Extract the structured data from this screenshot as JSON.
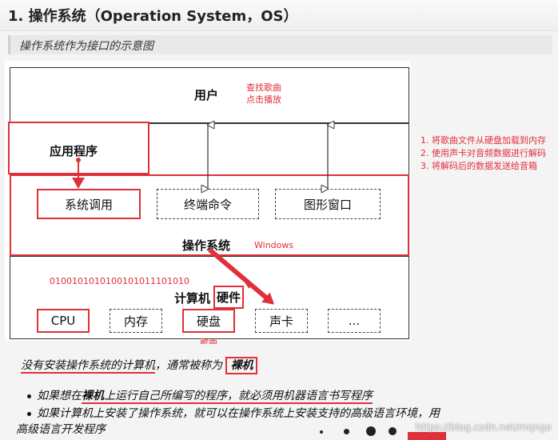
{
  "title": "1. 操作系统（Operation System，OS）",
  "subtitle": "操作系统作为接口的示意图",
  "diagram": {
    "user": "用户",
    "user_annotation": [
      "查找歌曲",
      "点击播放"
    ],
    "app": "应用程序",
    "os_layer": {
      "items": [
        "系统调用",
        "终端命令",
        "图形窗口"
      ],
      "label": "操作系统",
      "annotation": "Windows"
    },
    "hardware": {
      "binary": "0100101010100101011101010",
      "label_prefix": "计算机",
      "label_highlight": "硬件",
      "items": [
        "CPU",
        "内存",
        "硬盘",
        "声卡",
        "..."
      ],
      "disk_annotation": "歌曲"
    },
    "steps": [
      "1. 将歌曲文件从硬盘加载到内存",
      "2. 使用声卡对音频数据进行解码",
      "3. 将解码后的数据发送给音箱"
    ]
  },
  "notes": {
    "line1_prefix": "没有安装操作系统的计算机",
    "line1_mid": "，通常被称为",
    "line1_highlight": "裸机",
    "bullets": [
      {
        "a": "如果想在",
        "b": "裸机",
        "c": "上运行自己所编写的程序",
        "d": "，就必须用机器语言书写程序"
      },
      {
        "a": "如果计算机上安装了操作系统，就可以在操作系统上安装支持的高级语言环境，用"
      }
    ],
    "bullet2_cont": "高级语言开发程序"
  },
  "watermark": "https://blog.csdn.net/mqngo",
  "colors": {
    "accent": "#e0303a",
    "background": "#f4f4f4"
  }
}
